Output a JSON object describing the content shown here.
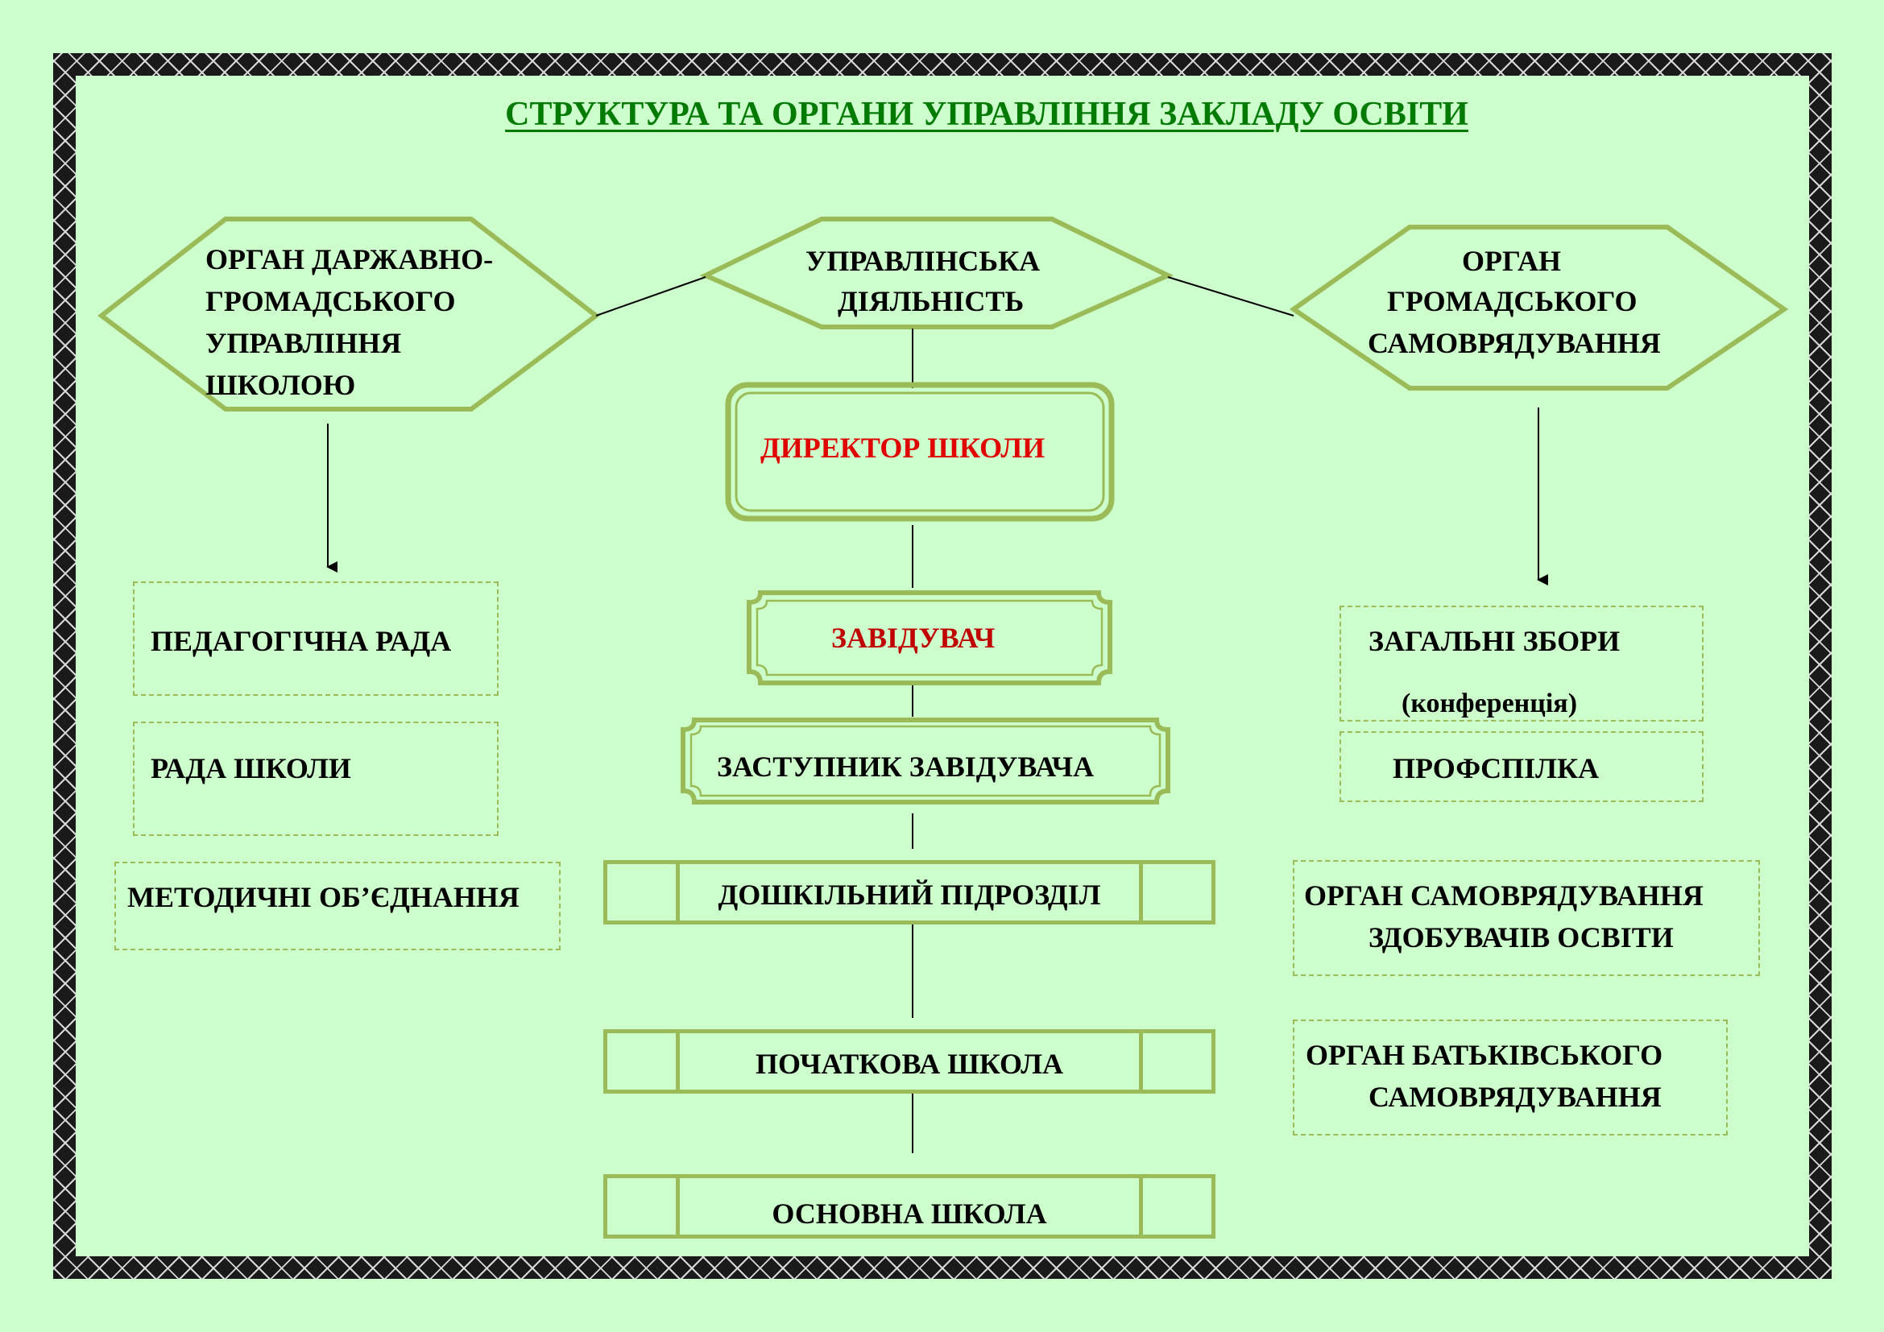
{
  "title": "СТРУКТУРА ТА ОРГАНИ УПРАВЛІННЯ ЗАКЛАДУ ОСВІТИ",
  "colors": {
    "background": "#ccffcc",
    "shape_stroke": "#9bbb59",
    "title": "#007a00",
    "accent_red": "#e00000"
  },
  "hexagons": {
    "left": [
      "ОРГАН ДАРЖАВНО-",
      "ГРОМАДСЬКОГО",
      "УПРАВЛІННЯ",
      "ШКОЛОЮ"
    ],
    "center": [
      "УПРАВЛІНСЬКА",
      "ДІЯЛЬНІСТЬ"
    ],
    "right": [
      "ОРГАН",
      "ГРОМАДСЬКОГО",
      "САМОВРЯДУВАННЯ"
    ]
  },
  "center_column": {
    "director": "ДИРЕКТОР  ШКОЛИ",
    "head": "ЗАВІДУВАЧ",
    "deputy": "ЗАСТУПНИК  ЗАВІДУВАЧА",
    "preschool": "ДОШКІЛЬНИЙ  ПІДРОЗДІЛ",
    "primary": "ПОЧАТКОВА  ШКОЛА",
    "basic": "ОСНОВНА  ШКОЛА"
  },
  "left_column": {
    "pedagogical_council": "ПЕДАГОГІЧНА РАДА",
    "school_council": "РАДА  ШКОЛИ",
    "methodical_unions": "МЕТОДИЧНІ ОБ’ЄДНАННЯ"
  },
  "right_column": {
    "general_meeting": "ЗАГАЛЬНІ   ЗБОРИ",
    "general_meeting_sub": "(конференція)",
    "trade_union": "ПРОФСПІЛКА",
    "student_self_gov": [
      "ОРГАН  САМОВРЯДУВАННЯ",
      "ЗДОБУВАЧІВ  ОСВІТИ"
    ],
    "parent_self_gov": [
      "ОРГАН  БАТЬКІВСЬКОГО",
      "САМОВРЯДУВАННЯ"
    ]
  }
}
